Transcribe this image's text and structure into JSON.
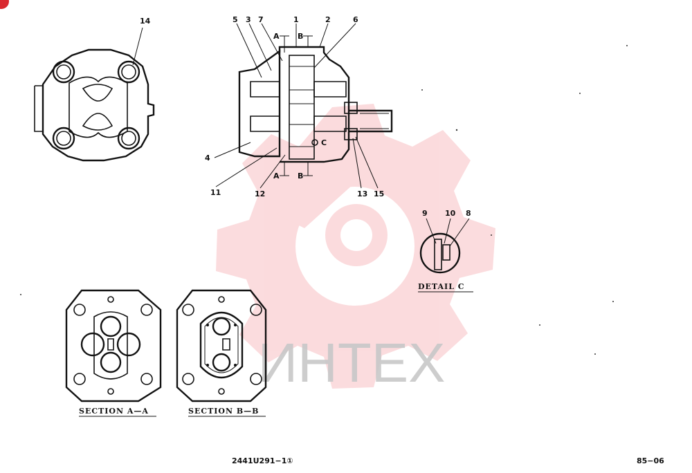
{
  "callouts": {
    "c1": "1",
    "c2": "2",
    "c3": "3",
    "c4": "4",
    "c5": "5",
    "c6": "6",
    "c7": "7",
    "c8": "8",
    "c9": "9",
    "c10": "10",
    "c11": "11",
    "c12": "12",
    "c13": "13",
    "c14": "14",
    "c15": "15"
  },
  "section_marks": {
    "a_top": "A",
    "b_top": "B",
    "a_bottom": "A",
    "b_bottom": "B",
    "detail_mark": "C"
  },
  "titles": {
    "detail_c": "DETAIL C",
    "section_aa": "SECTION A—A",
    "section_bb": "SECTION B—B"
  },
  "footer": {
    "drawing_number": "2441U291−1①",
    "date_code": "85−06"
  },
  "watermark": {
    "text": "ИНТЕХ",
    "color": "#e8323a"
  }
}
